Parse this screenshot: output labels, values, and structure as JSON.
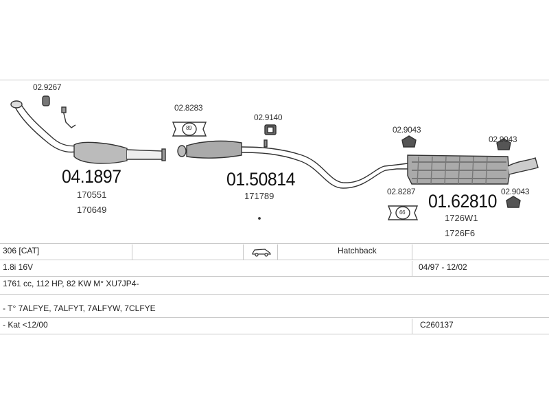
{
  "parts": {
    "cat": {
      "number": "04.1897",
      "refs": [
        "170551",
        "170649"
      ],
      "gasket": "02.9267"
    },
    "mid": {
      "number": "01.50814",
      "refs": [
        "171789"
      ],
      "clamp": "02.8283",
      "hanger": "02.9140"
    },
    "rear": {
      "number": "01.62810",
      "refs": [
        "1726W1",
        "1726F6"
      ],
      "clamp": "02.8287",
      "hanger_top": "02.9043",
      "hanger_right_top": "02.9043",
      "hanger_right_bottom": "02.9043"
    },
    "badge_89": "89",
    "badge_66": "66"
  },
  "table": {
    "model": "306  [CAT]",
    "body_type": "Hatchback",
    "car_icon": "car-icon",
    "engine": "1.8i 16V",
    "years": "04/97 - 12/02",
    "specs": "1761 cc, 112 HP, 82 KW M° XU7JP4-",
    "types": "- T° 7ALFYE, 7ALFYT, 7ALFYW, 7CLFYE",
    "kat": "- Kat <12/00",
    "code": "C260137"
  }
}
